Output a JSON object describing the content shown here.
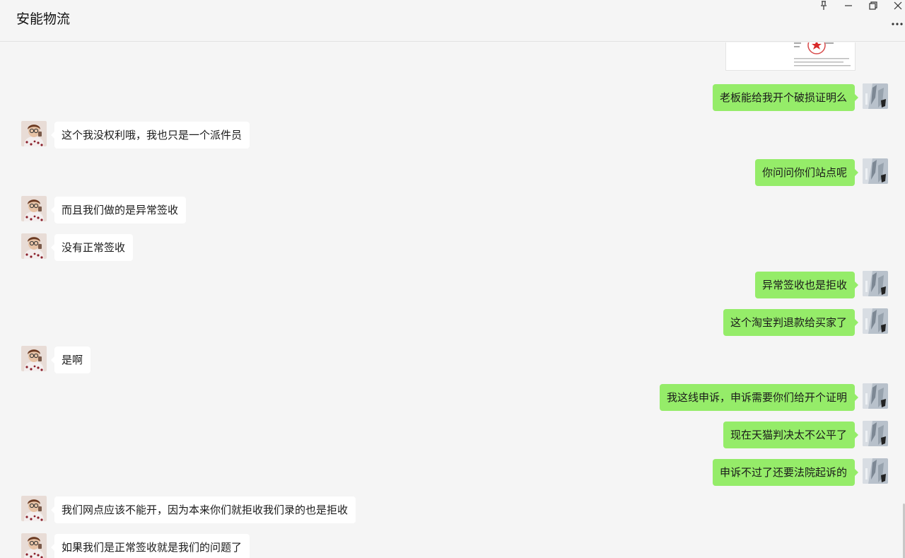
{
  "window": {
    "title": "安能物流",
    "controls": [
      "pin-icon",
      "minimize-icon",
      "restore-icon",
      "close-icon"
    ],
    "more_icon": "more-dots-icon"
  },
  "colors": {
    "background": "#f5f5f5",
    "outgoing_bubble": "#95ec69",
    "incoming_bubble": "#ffffff"
  },
  "messages": [
    {
      "side": "right",
      "text": "老板能给我开个破损证明么"
    },
    {
      "side": "left",
      "text": "这个我没权利哦，我也只是一个派件员"
    },
    {
      "side": "right",
      "text": "你问问你们站点呢"
    },
    {
      "side": "left",
      "text": "而且我们做的是异常签收"
    },
    {
      "side": "left",
      "text": "没有正常签收"
    },
    {
      "side": "right",
      "text": "异常签收也是拒收"
    },
    {
      "side": "right",
      "text": "这个淘宝判退款给买家了"
    },
    {
      "side": "left",
      "text": "是啊"
    },
    {
      "side": "right",
      "text": "我这线申诉，申诉需要你们给开个证明"
    },
    {
      "side": "right",
      "text": "现在天猫判决太不公平了"
    },
    {
      "side": "right",
      "text": "申诉不过了还要法院起诉的"
    },
    {
      "side": "left",
      "text": "我们网点应该不能开，因为本来你们就拒收我们录的也是拒收"
    },
    {
      "side": "left",
      "text": "如果我们是正常签收就是我们的问题了"
    }
  ]
}
